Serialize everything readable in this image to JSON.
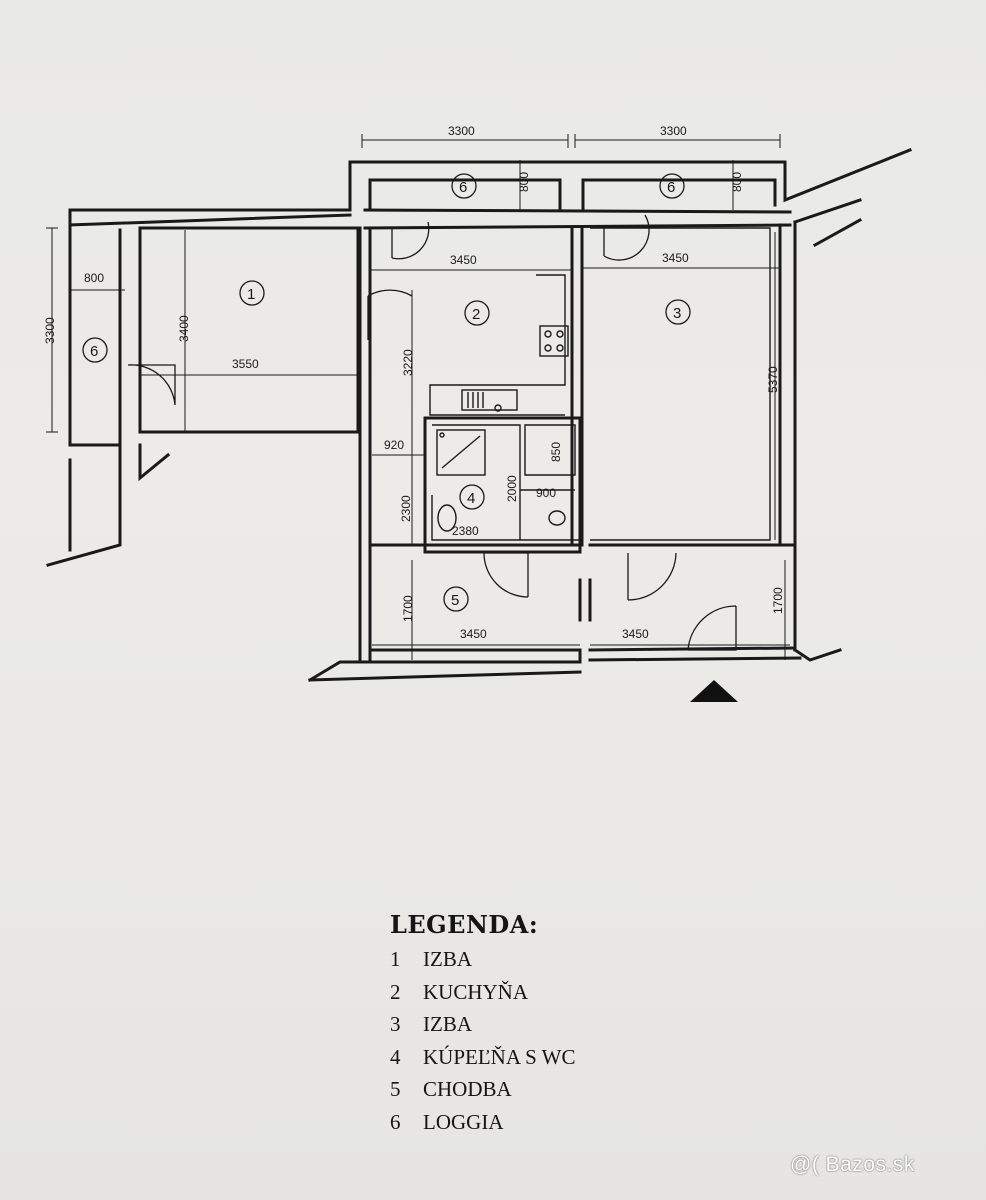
{
  "plan": {
    "dimensions": {
      "top_left_width": "3300",
      "top_right_width": "3300",
      "loggia_top_left_depth": "800",
      "loggia_top_right_depth": "800",
      "left_total_height": "3300",
      "loggia_left_width": "800",
      "room1_height": "3400",
      "room1_width": "3550",
      "room2_width": "3450",
      "room3_width": "3450",
      "room2_height": "3220",
      "room3_height": "5370",
      "kitchen_passage": "920",
      "wc_depth": "850",
      "bath_height": "2000",
      "bath_wc_width": "900",
      "bath_width": "2380",
      "bath_zone_height": "2300",
      "hall_height_left": "1700",
      "hall_height_right": "1700",
      "hall_width_left": "3450",
      "hall_width_right": "3450"
    },
    "rooms": {
      "r1": "1",
      "r2": "2",
      "r3": "3",
      "r4": "4",
      "r5": "5",
      "r6a": "6",
      "r6b": "6",
      "r6c": "6"
    }
  },
  "legend": {
    "title": "LEGENDA:",
    "items": [
      {
        "num": "1",
        "label": "IZBA"
      },
      {
        "num": "2",
        "label": "KUCHYŇA"
      },
      {
        "num": "3",
        "label": "IZBA"
      },
      {
        "num": "4",
        "label": "KÚPEĽŇA S WC"
      },
      {
        "num": "5",
        "label": "CHODBA"
      },
      {
        "num": "6",
        "label": "LOGGIA"
      }
    ]
  },
  "watermark": "@( Bazos.sk",
  "colors": {
    "ink": "#1a1a1a",
    "paper": "#e9e9e7"
  }
}
